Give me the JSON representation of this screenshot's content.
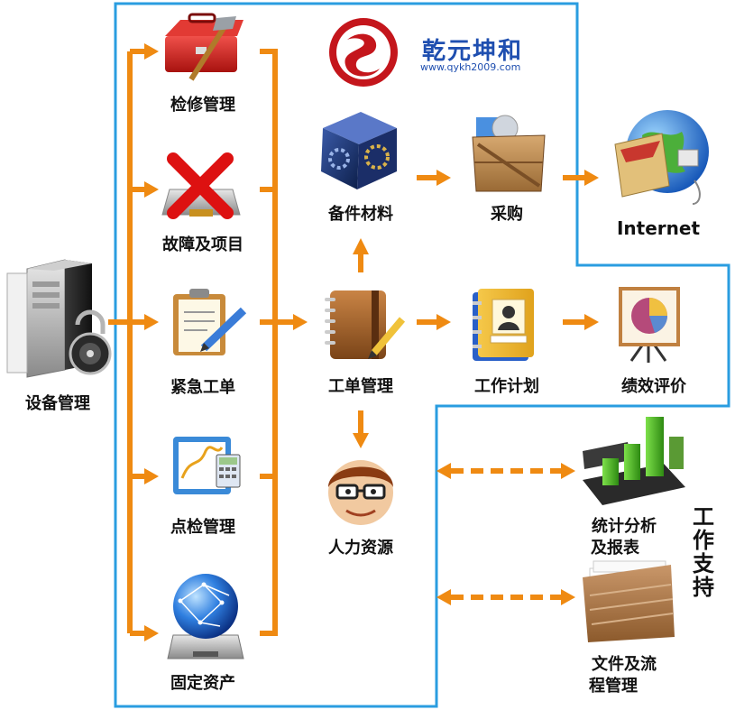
{
  "logo": {
    "name": "乾元坤和",
    "url": "www.qykh2009.com"
  },
  "labels": {
    "device_mgmt": "设备管理",
    "maintenance": "检修管理",
    "faults": "故障及项目",
    "urgent_order": "紧急工单",
    "inspection": "点检管理",
    "fixed_assets": "固定资产",
    "spare_parts": "备件材料",
    "procurement": "采购",
    "internet": "Internet",
    "work_order_mgmt": "工单管理",
    "work_plan": "工作计划",
    "performance": "绩效评价",
    "hr": "人力资源",
    "stats_line1": "统计分析",
    "stats_line2": "及报表",
    "docs_line1": "文件及流",
    "docs_line2": "程管理",
    "work_support": "工作支持"
  },
  "icons": {
    "server": "server-lock-icon",
    "toolbox": "toolbox-icon",
    "fault": "red-x-drive-icon",
    "urgent": "clipboard-pencil-icon",
    "inspection": "chart-calculator-icon",
    "assets": "globe-drive-icon",
    "spare": "gear-cube-icon",
    "procure": "crate-icon",
    "internet": "globe-envelope-icon",
    "orders": "notebook-pencil-icon",
    "plan": "address-book-icon",
    "perf": "easel-pie-icon",
    "hr": "face-glasses-icon",
    "stats": "bar-chart-icon",
    "docs": "file-folder-icon"
  },
  "colors": {
    "arrow": "#ef8a12",
    "frame": "#2a9de0",
    "logo": "#1f4fb0"
  }
}
